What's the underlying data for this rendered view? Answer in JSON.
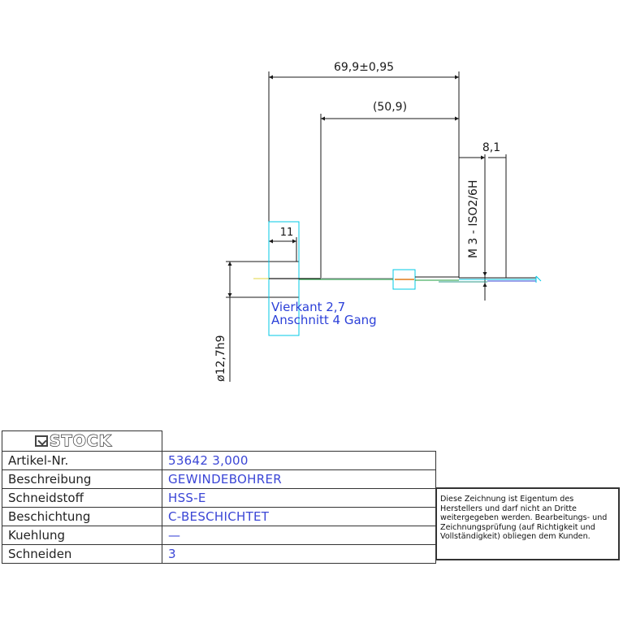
{
  "drawing": {
    "dim_overall": "69,9±0,95",
    "dim_shank": "(50,9)",
    "dim_thread": "8,1",
    "dim_square": "11",
    "dim_diameter": "ø12,7h9",
    "thread_spec": "M 3 - ISO2/6H",
    "note_square": "Vierkant 2,7",
    "note_chamfer": "Anschnitt 4 Gang",
    "colors": {
      "dimension_line": "#1a1a1a",
      "cyan_frame": "#00c8e6",
      "note_text": "#2b3fd8",
      "green_edge": "#1e9e3c",
      "orange_edge": "#e07b1a"
    }
  },
  "title_block": {
    "logo_text": "STOCK",
    "rows": [
      {
        "label": "Artikel-Nr.",
        "value": "53642  3,000"
      },
      {
        "label": "Beschreibung",
        "value": "GEWINDEBOHRER"
      },
      {
        "label": "Schneidstoff",
        "value": "HSS-E"
      },
      {
        "label": "Beschichtung",
        "value": "C-BESCHICHTET"
      },
      {
        "label": "Kuehlung",
        "value": "—"
      },
      {
        "label": "Schneiden",
        "value": "3"
      }
    ]
  },
  "disclaimer": "Diese Zeichnung ist Eigentum des Herstellers und darf nicht an Dritte weitergegeben werden. Bearbeitungs- und Zeichnungsprüfung (auf Richtigkeit und Vollständigkeit) obliegen dem Kunden."
}
